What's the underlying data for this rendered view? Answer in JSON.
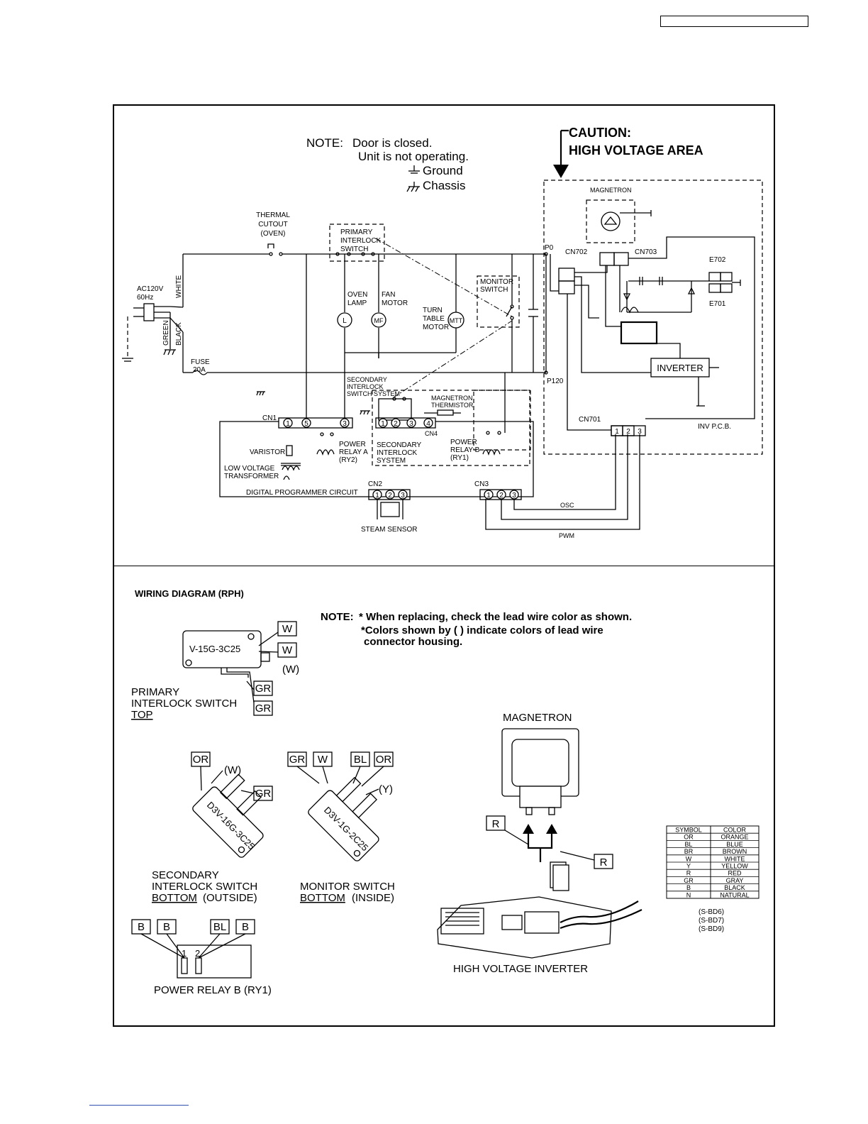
{
  "schematic": {
    "note": {
      "label": "NOTE:",
      "line1": "Door is closed.",
      "line2": "Unit is not operating.",
      "ground": "Ground",
      "chassis": "Chassis"
    },
    "caution": {
      "line1": "CAUTION:",
      "line2": "HIGH VOLTAGE AREA"
    },
    "labels": {
      "thermal_cutout": [
        "THERMAL",
        "CUTOUT",
        "(OVEN)"
      ],
      "primary_interlock": [
        "PRIMARY",
        "INTERLOCK",
        "SWITCH"
      ],
      "ac_source": [
        "AC120V",
        "60Hz"
      ],
      "white": "WHITE",
      "green": "GREEN",
      "black": "BLACK",
      "oven_lamp": [
        "OVEN",
        "LAMP"
      ],
      "fan_motor": [
        "FAN",
        "MOTOR"
      ],
      "turntable_motor": [
        "TURN",
        "TABLE",
        "MOTOR"
      ],
      "monitor_switch": [
        "MONITOR",
        "SWITCH"
      ],
      "lamp_symbol": "L",
      "fan_symbol": "MF",
      "turntable_symbol": "MTT",
      "fuse": [
        "FUSE",
        "20A"
      ],
      "secondary_interlock": [
        "SECONDARY",
        "INTERLOCK",
        "SWITCH SYSTEM"
      ],
      "magnetron_thermistor": [
        "MAGNETRON",
        "THERMISTOR"
      ],
      "cn1": "CN1",
      "cn4": "CN4",
      "varistor": "VARISTOR",
      "power_relay_a": [
        "POWER",
        "RELAY A",
        "(RY2)"
      ],
      "secondary_interlock_system": [
        "SECONDARY",
        "INTERLOCK",
        "SYSTEM"
      ],
      "power_relay_b": [
        "POWER",
        "RELAY B",
        "(RY1)"
      ],
      "low_voltage_transformer": [
        "LOW VOLTAGE",
        "TRANSFORMER"
      ],
      "digital_programmer": "DIGITAL PROGRAMMER CIRCUIT",
      "cn2": "CN2",
      "cn3": "CN3",
      "steam_sensor": "STEAM SENSOR",
      "osc": "OSC",
      "pwm": "PWM",
      "magnetron": "MAGNETRON",
      "p0": "P0",
      "p120": "P120",
      "cn702": "CN702",
      "cn703": "CN703",
      "e702": "E702",
      "e701": "E701",
      "inverter": "INVERTER",
      "cn701": "CN701",
      "inv_pcb": "INV P.C.B.",
      "pins_cn1": [
        "1",
        "5",
        "3"
      ],
      "pins_cn4": [
        "1",
        "2",
        "3",
        "4"
      ],
      "pins_cn2": [
        "1",
        "2",
        "3"
      ],
      "pins_cn3": [
        "1",
        "2",
        "3"
      ],
      "pins_cn701": [
        "1",
        "2",
        "3"
      ]
    }
  },
  "wiring": {
    "title": "WIRING DIAGRAM (RPH)",
    "note": {
      "label": "NOTE:",
      "line1": "* When replacing, check the lead wire color as shown.",
      "line2": "*Colors shown by ( ) indicate colors of lead wire",
      "line3": "connector housing."
    },
    "primary": {
      "part": "V-15G-3C25",
      "tags": [
        "W",
        "W",
        "(W)",
        "GR",
        "GR"
      ],
      "caption": [
        "PRIMARY",
        "INTERLOCK SWITCH",
        "TOP"
      ]
    },
    "secondary": {
      "part": "D3V-16G-3C25",
      "tags": [
        "OR",
        "(W)",
        "GR"
      ],
      "caption": [
        "SECONDARY",
        "INTERLOCK SWITCH",
        "BOTTOM",
        "(OUTSIDE)"
      ]
    },
    "monitor": {
      "part": "D3V-1G-2C25",
      "tags": [
        "GR",
        "W",
        "BL",
        "OR",
        "(Y)"
      ],
      "caption": [
        "MONITOR SWITCH",
        "BOTTOM",
        "(INSIDE)"
      ]
    },
    "relay_b": {
      "tags": [
        "B",
        "B",
        "BL",
        "B"
      ],
      "pins": [
        "1",
        "2"
      ],
      "caption": "POWER RELAY B (RY1)"
    },
    "magnetron": {
      "title": "MAGNETRON",
      "tags": [
        "R",
        "R"
      ],
      "inverter_caption": "HIGH VOLTAGE INVERTER"
    },
    "color_table": {
      "headers": [
        "SYMBOL",
        "COLOR"
      ],
      "rows": [
        [
          "OR",
          "ORANGE"
        ],
        [
          "BL",
          "BLUE"
        ],
        [
          "BR",
          "BROWN"
        ],
        [
          "W",
          "WHITE"
        ],
        [
          "Y",
          "YELLOW"
        ],
        [
          "R",
          "RED"
        ],
        [
          "GR",
          "GRAY"
        ],
        [
          "B",
          "BLACK"
        ],
        [
          "N",
          "NATURAL"
        ]
      ],
      "refs": [
        "(S-BD6)",
        "(S-BD7)",
        "(S-BD9)"
      ]
    }
  }
}
